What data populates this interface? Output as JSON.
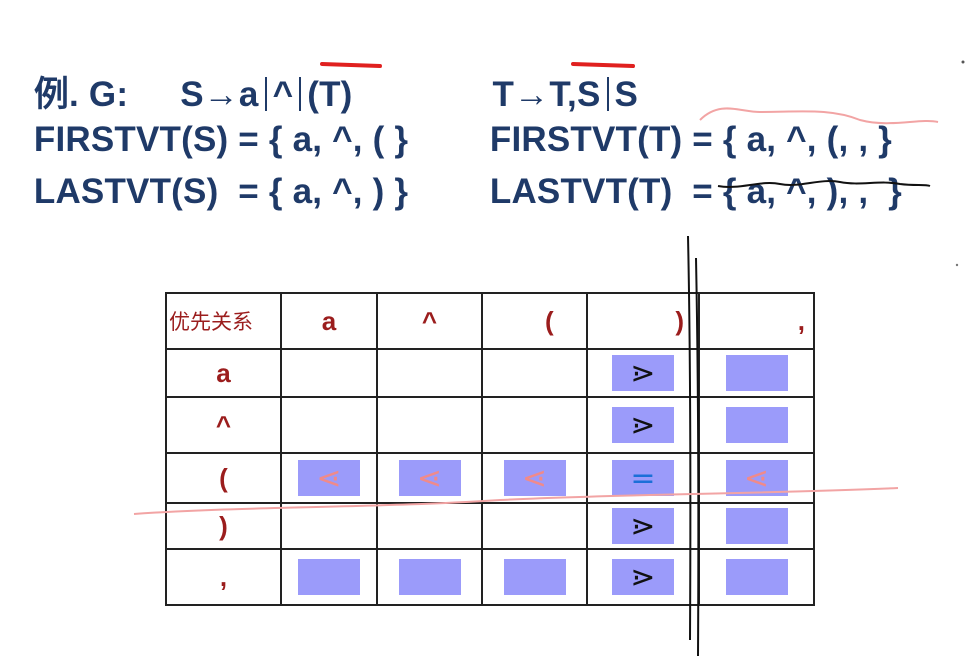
{
  "grammar": {
    "label": "例. G:",
    "s_rule": {
      "lhs": "S→a",
      "alt2": "^",
      "alt3": "(T)"
    },
    "t_rule": {
      "lhs": "T→",
      "alt1": "T,S",
      "alt2": "S"
    }
  },
  "sets": {
    "firstvt_s": "FIRSTVT(S) = { a, ^, ( }",
    "firstvt_t": "FIRSTVT(T) = { a, ^, (, , }",
    "lastvt_s": "LASTVT(S)  = { a, ^, ) }",
    "lastvt_t": "LASTVT(T)  = { a, ^, ), ,  }"
  },
  "table": {
    "corner": "优先关系",
    "columns": [
      "a",
      "^",
      "(",
      ")",
      ","
    ],
    "rows": [
      {
        "label": "a",
        "cells": [
          "",
          "",
          "",
          "⋗",
          ""
        ]
      },
      {
        "label": "^",
        "cells": [
          "",
          "",
          "",
          "⋗",
          ""
        ]
      },
      {
        "label": "(",
        "cells": [
          "⋖",
          "⋖",
          "⋖",
          "=",
          "⋖"
        ]
      },
      {
        "label": ")",
        "cells": [
          "",
          "",
          "",
          "⋗",
          ""
        ]
      },
      {
        "label": ",",
        "cells": [
          "",
          "",
          "",
          "⋗",
          ""
        ]
      }
    ],
    "filled": [
      [
        false,
        false,
        false,
        true,
        true
      ],
      [
        false,
        false,
        false,
        true,
        true
      ],
      [
        true,
        true,
        true,
        true,
        true
      ],
      [
        false,
        false,
        false,
        true,
        true
      ],
      [
        true,
        true,
        true,
        true,
        true
      ]
    ]
  },
  "colors": {
    "text_heading": "#1f3a68",
    "table_text": "#9b1d1d",
    "cell_fill": "#9b9bfa",
    "mark_black": "#111111",
    "mark_pink": "#f08a8a",
    "mark_blue": "#1b6fd8",
    "underline_red": "#e0201f",
    "stroke_pink": "#f2a4a4"
  }
}
